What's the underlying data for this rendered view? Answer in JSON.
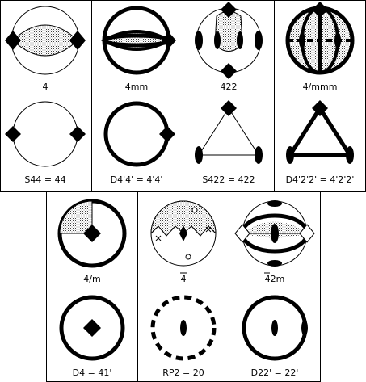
{
  "colors": {
    "ink": "#000000",
    "paper": "#ffffff",
    "hatch": "#b0b0b0"
  },
  "top_row": {
    "upper_labels": [
      "4",
      "4mm",
      "422",
      "4/mmm"
    ],
    "lower_labels": [
      "S44 = 44",
      "D4'4' = 4'4'",
      "S422 = 422",
      "D4'2'2' = 4'2'2'"
    ]
  },
  "bottom_row": {
    "upper_labels": [
      "4/m",
      "4",
      "42m"
    ],
    "upper_bar": [
      "",
      "4",
      "4"
    ],
    "lower_labels": [
      "D4 = 41'",
      "RP2 = 20",
      "D22' = 22'"
    ]
  },
  "icons": [
    "diamond-icon",
    "ellipse-icon",
    "circle-icon",
    "cross-icon"
  ]
}
